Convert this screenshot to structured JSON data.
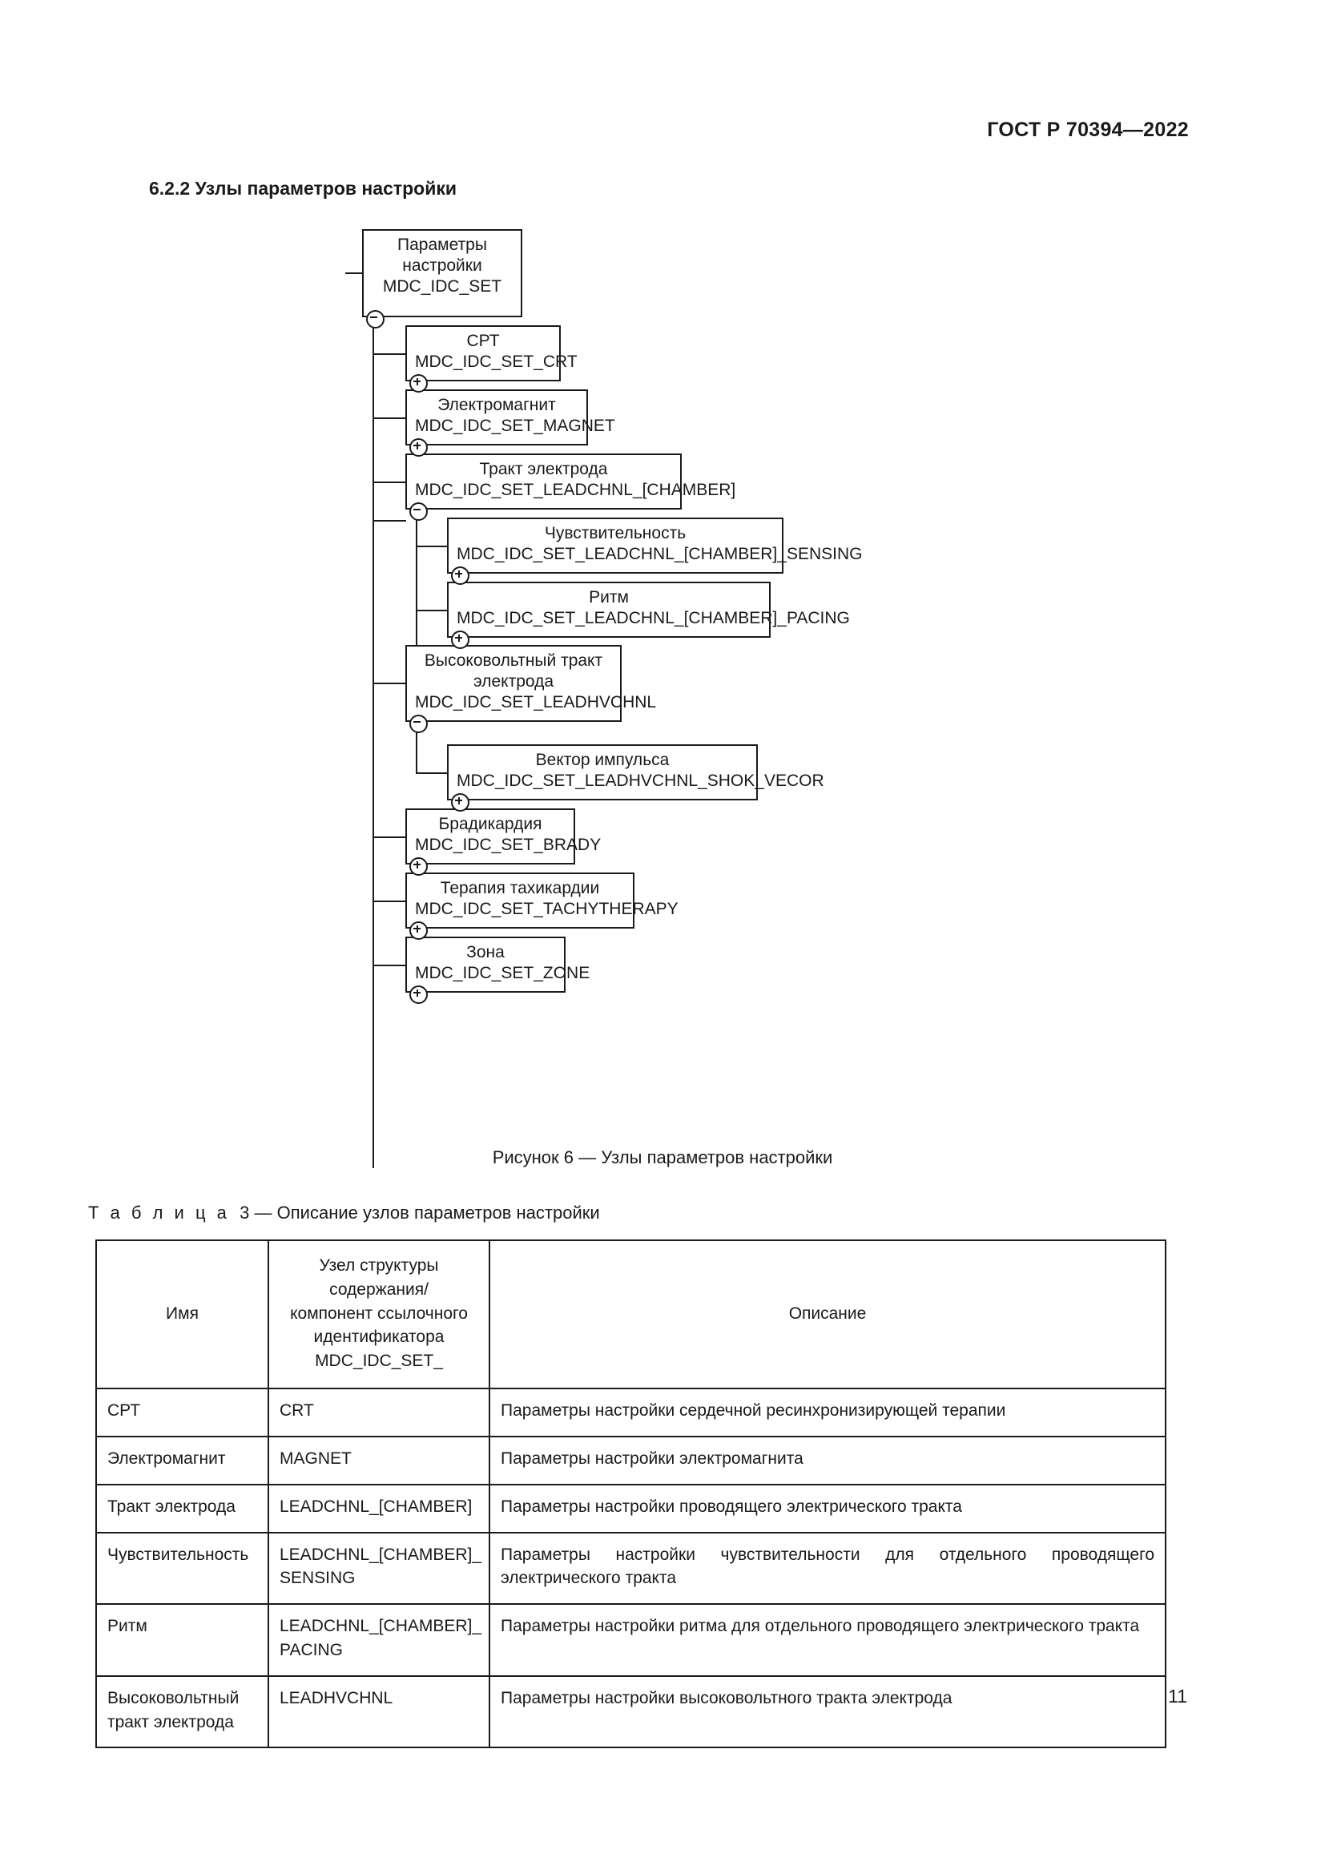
{
  "header": {
    "standard": "ГОСТ Р 70394—2022"
  },
  "section": {
    "heading": "6.2.2 Узлы параметров настройки"
  },
  "figure": {
    "caption": "Рисунок 6 — Узлы параметров настройки",
    "nodes": {
      "root": {
        "name": "Параметры настройки",
        "name_line1": "Параметры",
        "name_line2": "настройки",
        "code": "MDC_IDC_SET",
        "toggle": "minus"
      },
      "crt": {
        "name": "СРТ",
        "code": "MDC_IDC_SET_CRT",
        "toggle": "plus"
      },
      "magnet": {
        "name": "Электромагнит",
        "code": "MDC_IDC_SET_MAGNET",
        "toggle": "plus"
      },
      "leadchnl": {
        "name": "Тракт электрода",
        "code": "MDC_IDC_SET_LEADCHNL_[CHAMBER]",
        "toggle": "minus"
      },
      "sensing": {
        "name": "Чувствительность",
        "code": "MDC_IDC_SET_LEADCHNL_[CHAMBER]_SENSING",
        "toggle": "plus"
      },
      "pacing": {
        "name": "Ритм",
        "code": "MDC_IDC_SET_LEADCHNL_[CHAMBER]_PACING",
        "toggle": "plus"
      },
      "leadhv": {
        "name": "Высоковольтный тракт электрода",
        "name_line1": "Высоковольтный тракт",
        "name_line2": "электрода",
        "code": "MDC_IDC_SET_LEADHVCHNL",
        "toggle": "minus"
      },
      "shokvecor": {
        "name": "Вектор импульса",
        "code": "MDC_IDC_SET_LEADHVCHNL_SHOK_VECOR",
        "toggle": "plus"
      },
      "brady": {
        "name": "Брадикардия",
        "code": "MDC_IDC_SET_BRADY",
        "toggle": "plus"
      },
      "tachy": {
        "name": "Терапия тахикардии",
        "code": "MDC_IDC_SET_TACHYTHERAPY",
        "toggle": "plus"
      },
      "zone": {
        "name": "Зона",
        "code": "MDC_IDC_SET_ZONE",
        "toggle": "plus"
      }
    }
  },
  "table": {
    "caption_label": "Т а б л и ц а",
    "caption_number": "3",
    "caption_text": "— Описание узлов параметров настройки",
    "headers": {
      "name": "Имя",
      "node_line1": "Узел структуры содержания/",
      "node_line2": "компонент ссылочного",
      "node_line3": "идентификатора MDC_IDC_SET_",
      "description": "Описание"
    },
    "rows": [
      {
        "name": "СРТ",
        "node": "CRT",
        "description": "Параметры настройки сердечной ресинхронизирующей терапии"
      },
      {
        "name": "Электромагнит",
        "node": "MAGNET",
        "description": "Параметры настройки электромагнита"
      },
      {
        "name": "Тракт электрода",
        "node": "LEADCHNL_[CHAMBER]",
        "description": "Параметры настройки проводящего электрического тракта"
      },
      {
        "name": "Чувствительность",
        "node": "LEADCHNL_[CHAMBER]_\nSENSING",
        "description": "Параметры настройки чувствительности для отдельного проводящего электрического тракта"
      },
      {
        "name": "Ритм",
        "node": "LEADCHNL_[CHAMBER]_\nPACING",
        "description": "Параметры настройки ритма для отдельного проводящего электрического тракта"
      },
      {
        "name": "Высоковольтный тракт электрода",
        "node": "LEADHVCHNL",
        "description": "Параметры настройки высоковольтного тракта электрода"
      }
    ]
  },
  "footer": {
    "page_number": "11"
  }
}
